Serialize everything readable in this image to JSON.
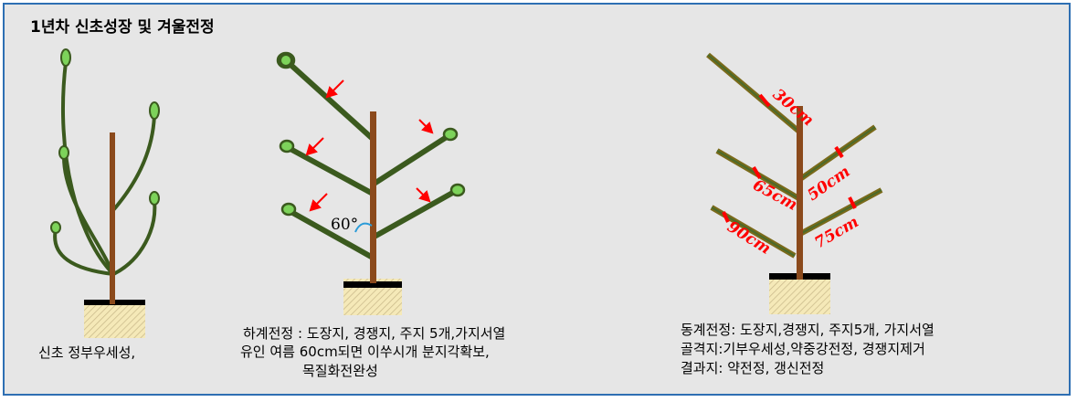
{
  "title": "1년차 신초성장 및 겨울전정",
  "stage1": {
    "caption": "신초 정부우세성,"
  },
  "stage2": {
    "angle_label": "60°",
    "caption_lines": [
      "하계전정 : 도장지, 경쟁지, 주지 5개,가지서열",
      "유인 여름 60cm되면 이쑤시개 분지각확보,",
      "목질화전완성"
    ]
  },
  "stage3": {
    "cut_labels": [
      "30cm",
      "50cm",
      "65cm",
      "75cm",
      "90cm"
    ],
    "caption_lines": [
      "동계전정: 도장지,경쟁지, 주지5개, 가지서열",
      "골격지:기부우세성,약중강전정, 경쟁지제거",
      "결과지: 약전정, 갱신전정"
    ]
  },
  "colors": {
    "border": "#2e6fb3",
    "trunk": "#8b4a1c",
    "branch": "#3b5a1e",
    "bud": "#7dd35a",
    "arrow": "#ff0000",
    "cut_label": "#ff0000",
    "soil": "#f5e9b8"
  }
}
